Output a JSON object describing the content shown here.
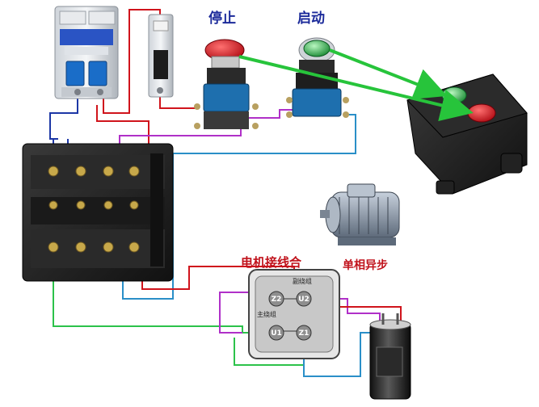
{
  "labels": {
    "stop": "停止",
    "start": "启动",
    "motor_wiring": "电机接线合",
    "motor_type": "单相异步",
    "aux_winding": "副绕组",
    "main_winding": "主绕组"
  },
  "terminals": [
    "Z2",
    "U2",
    "U1",
    "Z1"
  ],
  "colors": {
    "wire_red": "#d0141c",
    "wire_blue": "#1d37a6",
    "wire_magenta": "#b030c8",
    "wire_cyan": "#2a8fc8",
    "wire_green": "#2cc24a",
    "arrow_green": "#27c43b",
    "button_red": "#d9121e",
    "button_green": "#22b04a",
    "title_blue": "#1b2a9a",
    "title_red": "#c0121b"
  }
}
